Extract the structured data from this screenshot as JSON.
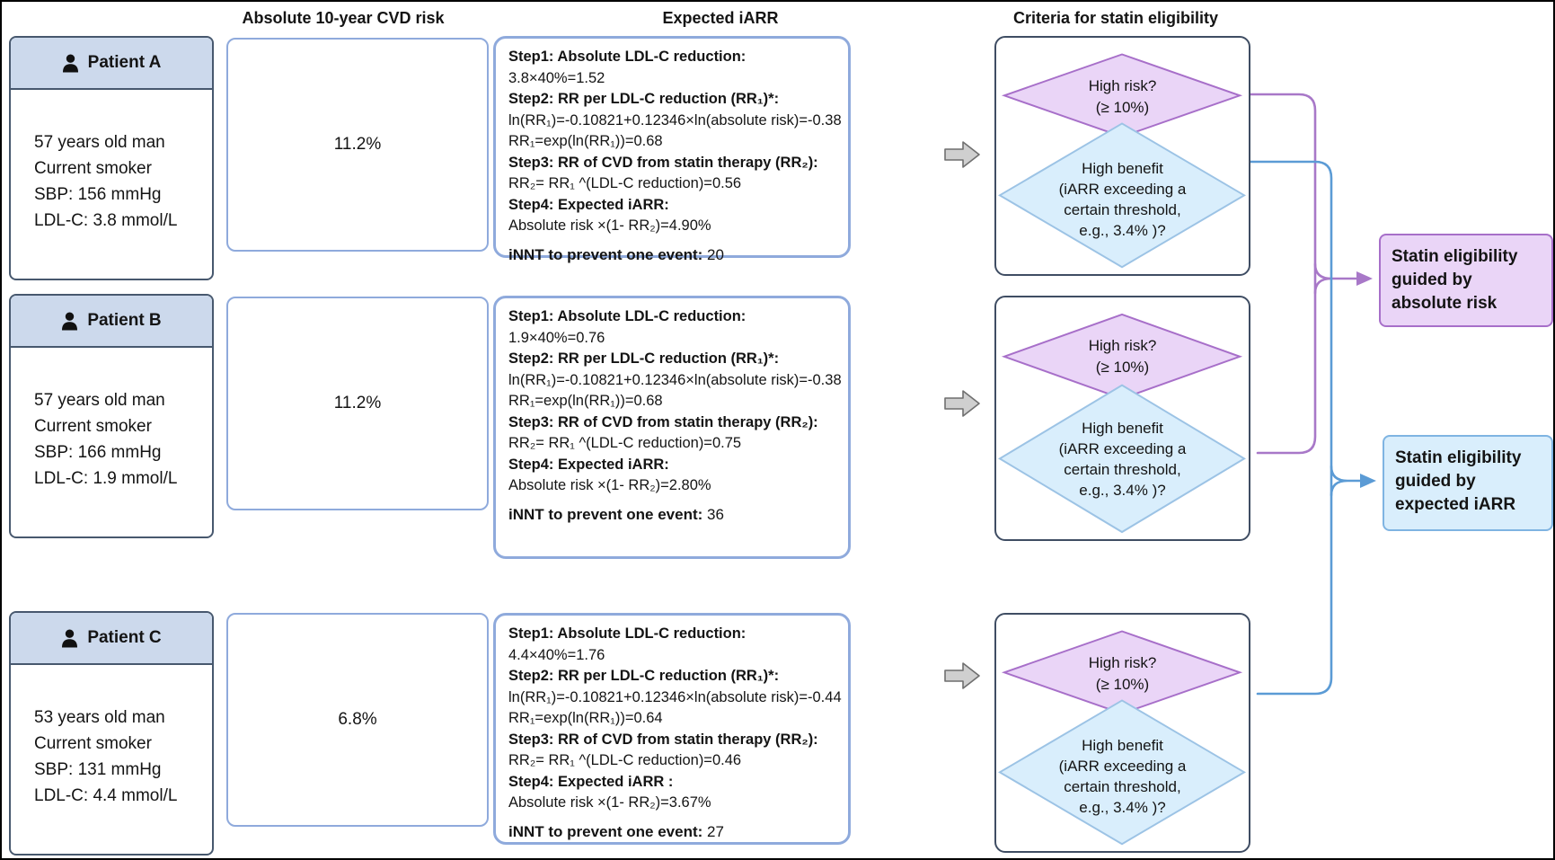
{
  "headers": {
    "risk": "Absolute 10-year CVD risk",
    "iarr": "Expected iARR",
    "criteria": "Criteria for statin eligibility"
  },
  "patients": [
    {
      "name": "Patient A",
      "details": [
        "57 years old man",
        "Current smoker",
        "SBP: 156 mmHg",
        "LDL-C: 3.8 mmol/L"
      ],
      "risk": "11.2%",
      "steps": [
        {
          "text": "Step1: Absolute LDL-C reduction:",
          "bold": true
        },
        {
          "text": "3.8×40%=1.52",
          "bold": false
        },
        {
          "text": "Step2: RR per LDL-C reduction (RR₁)*:",
          "bold": true
        },
        {
          "text": "ln(RR₁)=-0.10821+0.12346×ln(absolute risk)=-0.38",
          "bold": false
        },
        {
          "text": "RR₁=exp(ln(RR₁))=0.68",
          "bold": false
        },
        {
          "text": "Step3: RR of CVD from statin therapy (RR₂):",
          "bold": true
        },
        {
          "text": "RR₂= RR₁ ^(LDL-C reduction)=0.56",
          "bold": false
        },
        {
          "text": "Step4: Expected iARR:",
          "bold": true
        },
        {
          "text": "Absolute risk ×(1- RR₂)=4.90%",
          "bold": false
        }
      ],
      "innt_label": "iNNT to prevent one event:",
      "innt_value": "20",
      "criteria": {
        "high_risk": [
          "High risk?",
          "(≥ 10%)"
        ],
        "high_benefit": [
          "High benefit",
          "(iARR exceeding a",
          "certain threshold,",
          "e.g., 3.4% )?"
        ]
      }
    },
    {
      "name": "Patient B",
      "details": [
        "57 years old man",
        "Current smoker",
        "SBP: 166 mmHg",
        "LDL-C: 1.9 mmol/L"
      ],
      "risk": "11.2%",
      "steps": [
        {
          "text": "Step1: Absolute LDL-C reduction:",
          "bold": true
        },
        {
          "text": "1.9×40%=0.76",
          "bold": false
        },
        {
          "text": "Step2: RR per LDL-C reduction (RR₁)*:",
          "bold": true
        },
        {
          "text": "ln(RR₁)=-0.10821+0.12346×ln(absolute risk)=-0.38",
          "bold": false
        },
        {
          "text": "RR₁=exp(ln(RR₁))=0.68",
          "bold": false
        },
        {
          "text": "Step3: RR of CVD from statin therapy (RR₂):",
          "bold": true
        },
        {
          "text": "RR₂= RR₁ ^(LDL-C reduction)=0.75",
          "bold": false
        },
        {
          "text": "Step4: Expected iARR:",
          "bold": true
        },
        {
          "text": "Absolute risk ×(1- RR₂)=2.80%",
          "bold": false
        }
      ],
      "innt_label": "iNNT to prevent one event:",
      "innt_value": "36",
      "criteria": {
        "high_risk": [
          "High risk?",
          "(≥ 10%)"
        ],
        "high_benefit": [
          "High benefit",
          "(iARR exceeding a",
          "certain threshold,",
          "e.g., 3.4% )?"
        ]
      }
    },
    {
      "name": "Patient C",
      "details": [
        "53 years old man",
        "Current smoker",
        "SBP: 131 mmHg",
        "LDL-C: 4.4 mmol/L"
      ],
      "risk": "6.8%",
      "steps": [
        {
          "text": "Step1: Absolute LDL-C reduction:",
          "bold": true
        },
        {
          "text": "4.4×40%=1.76",
          "bold": false
        },
        {
          "text": "Step2: RR per LDL-C reduction (RR₁)*:",
          "bold": true
        },
        {
          "text": "ln(RR₁)=-0.10821+0.12346×ln(absolute risk)=-0.44",
          "bold": false
        },
        {
          "text": "RR₁=exp(ln(RR₁))=0.64",
          "bold": false
        },
        {
          "text": "Step3: RR of CVD from statin therapy (RR₂):",
          "bold": true
        },
        {
          "text": "RR₂= RR₁ ^(LDL-C reduction)=0.46",
          "bold": false
        },
        {
          "text": "Step4: Expected iARR :",
          "bold": true
        },
        {
          "text": "Absolute risk ×(1- RR₂)=3.67%",
          "bold": false
        }
      ],
      "innt_label": "iNNT to prevent one event:",
      "innt_value": "27",
      "criteria": {
        "high_risk": [
          "High risk?",
          "(≥ 10%)"
        ],
        "high_benefit": [
          "High benefit",
          "(iARR exceeding a",
          "certain threshold,",
          "e.g., 3.4% )?"
        ]
      }
    }
  ],
  "outcomes": {
    "absolute_risk": {
      "lines": [
        "Statin eligibility",
        "guided by",
        "absolute risk"
      ]
    },
    "expected_iarr": {
      "lines": [
        "Statin eligibility",
        "guided by",
        "expected iARR"
      ]
    }
  },
  "colors": {
    "slate": "#47586e",
    "slate2": "#3f4d63",
    "hdrbg": "#ccd9ec",
    "lblue": "#8faadc",
    "pfill": "#ead5f7",
    "pstroke": "#a76fc9",
    "bfill": "#d9eefc",
    "bstroke": "#9cc3e5",
    "bstroke2": "#7fb4e2",
    "cpurple": "#a878c8",
    "cblue": "#5b9bd5",
    "gray": "#cfcfcf"
  }
}
